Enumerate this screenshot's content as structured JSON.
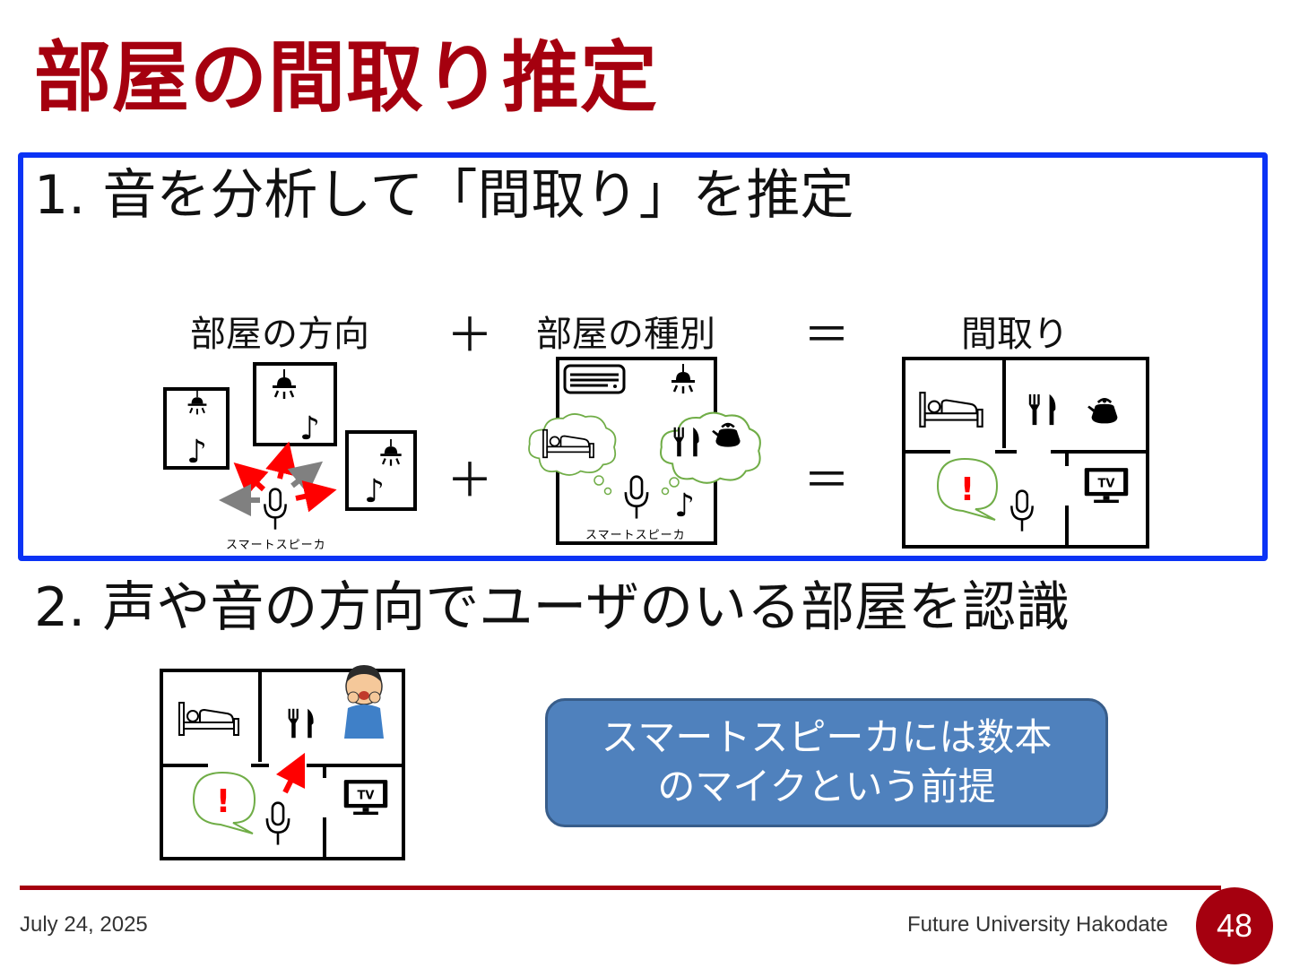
{
  "title": "部屋の間取り推定",
  "point1": "1.  音を分析して「間取り」を推定",
  "point2": "2.  声や音の方向でユーザのいる部屋を認識",
  "labels": {
    "direction": "部屋の方向",
    "type": "部屋の種別",
    "layout": "間取り",
    "plus": "＋",
    "equals": "＝"
  },
  "diagram": {
    "speaker_caption_1": "スマートスピーカ",
    "speaker_caption_2": "スマートスピーカ",
    "note": "♪",
    "alert": "!",
    "tv": "TV"
  },
  "callout": {
    "line1": "スマートスピーカには数本",
    "line2": "のマイクという前提"
  },
  "footer": {
    "date": "July 24, 2025",
    "org": "Future University Hakodate",
    "page": "48"
  },
  "colors": {
    "title": "#a5000f",
    "box_border": "#0b33f5",
    "callout_fill": "#4f81bd",
    "arrow_red": "#ff0000",
    "arrow_gray": "#808080",
    "cloud_border": "#70ad47"
  }
}
